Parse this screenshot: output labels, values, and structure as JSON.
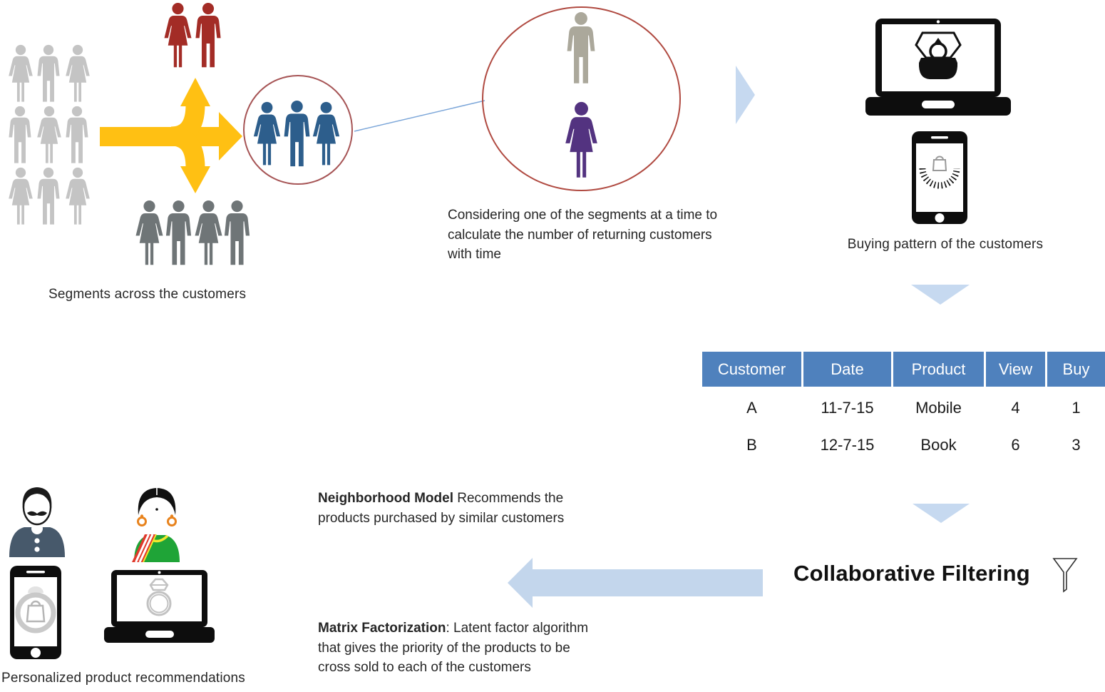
{
  "colors": {
    "table_header_blue": "#4F81BD",
    "light_blue_arrow": "#C6D9F0",
    "connector_blue": "#7DA7D9",
    "yellow_arrow": "#FFC013",
    "dark_red_segment": "#A32C26",
    "steel_blue_segment": "#2D5E8C",
    "light_gray_people": "#C4C4C4",
    "mid_gray_people": "#6F7577",
    "tan_gray_person": "#ABA89B",
    "purple_person": "#533380",
    "circle_outline_red": "#A65455",
    "device_black": "#0d0d0d"
  },
  "segments_section": {
    "caption": "Segments across the customers"
  },
  "focus_section": {
    "caption": "Considering one of the segments at a time to calculate the number of returning customers with time"
  },
  "buying_section": {
    "caption": "Buying pattern of the customers"
  },
  "table": {
    "headers": [
      "Customer",
      "Date",
      "Product",
      "View",
      "Buy"
    ],
    "rows": [
      [
        "A",
        "11-7-15",
        "Mobile",
        "4",
        "1"
      ],
      [
        "B",
        "12-7-15",
        "Book",
        "6",
        "3"
      ]
    ]
  },
  "filtering_section": {
    "title": "Collaborative Filtering"
  },
  "models_section": {
    "neighborhood_title": "Neighborhood Model",
    "neighborhood_text": " Recommends the products purchased by similar customers",
    "matrix_title": "Matrix Factorization",
    "matrix_text": ": Latent factor algorithm that gives the priority of the products to be cross sold to each of the customers"
  },
  "recommendations_section": {
    "caption": "Personalized product recommendations"
  }
}
